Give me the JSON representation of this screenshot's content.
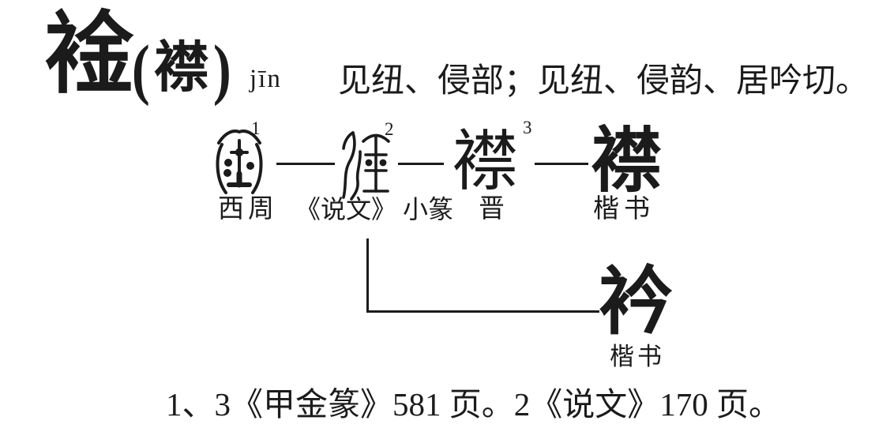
{
  "colors": {
    "ink": "#1b1b1b",
    "background": "#ffffff"
  },
  "header": {
    "headword": "䘳",
    "variant_open": "(",
    "variant_char": "襟",
    "variant_close": ")",
    "pinyin": "jīn",
    "phonology": "见纽、侵部；见纽、侵韵、居吟切。"
  },
  "evolution": {
    "stages": [
      {
        "form": "bronze-inscription-glyph",
        "superscript": "1",
        "label": "西周"
      },
      {
        "form": "small-seal-glyph",
        "superscript": "2",
        "label": "《说文》 小篆"
      },
      {
        "form": "襟",
        "superscript": "3",
        "label": "晋"
      },
      {
        "form": "襟",
        "superscript": "",
        "label": "楷书"
      }
    ]
  },
  "branch": {
    "character": "衿",
    "label": "楷书"
  },
  "footnote": "1、3《甲金篆》581 页。2《说文》170 页。"
}
